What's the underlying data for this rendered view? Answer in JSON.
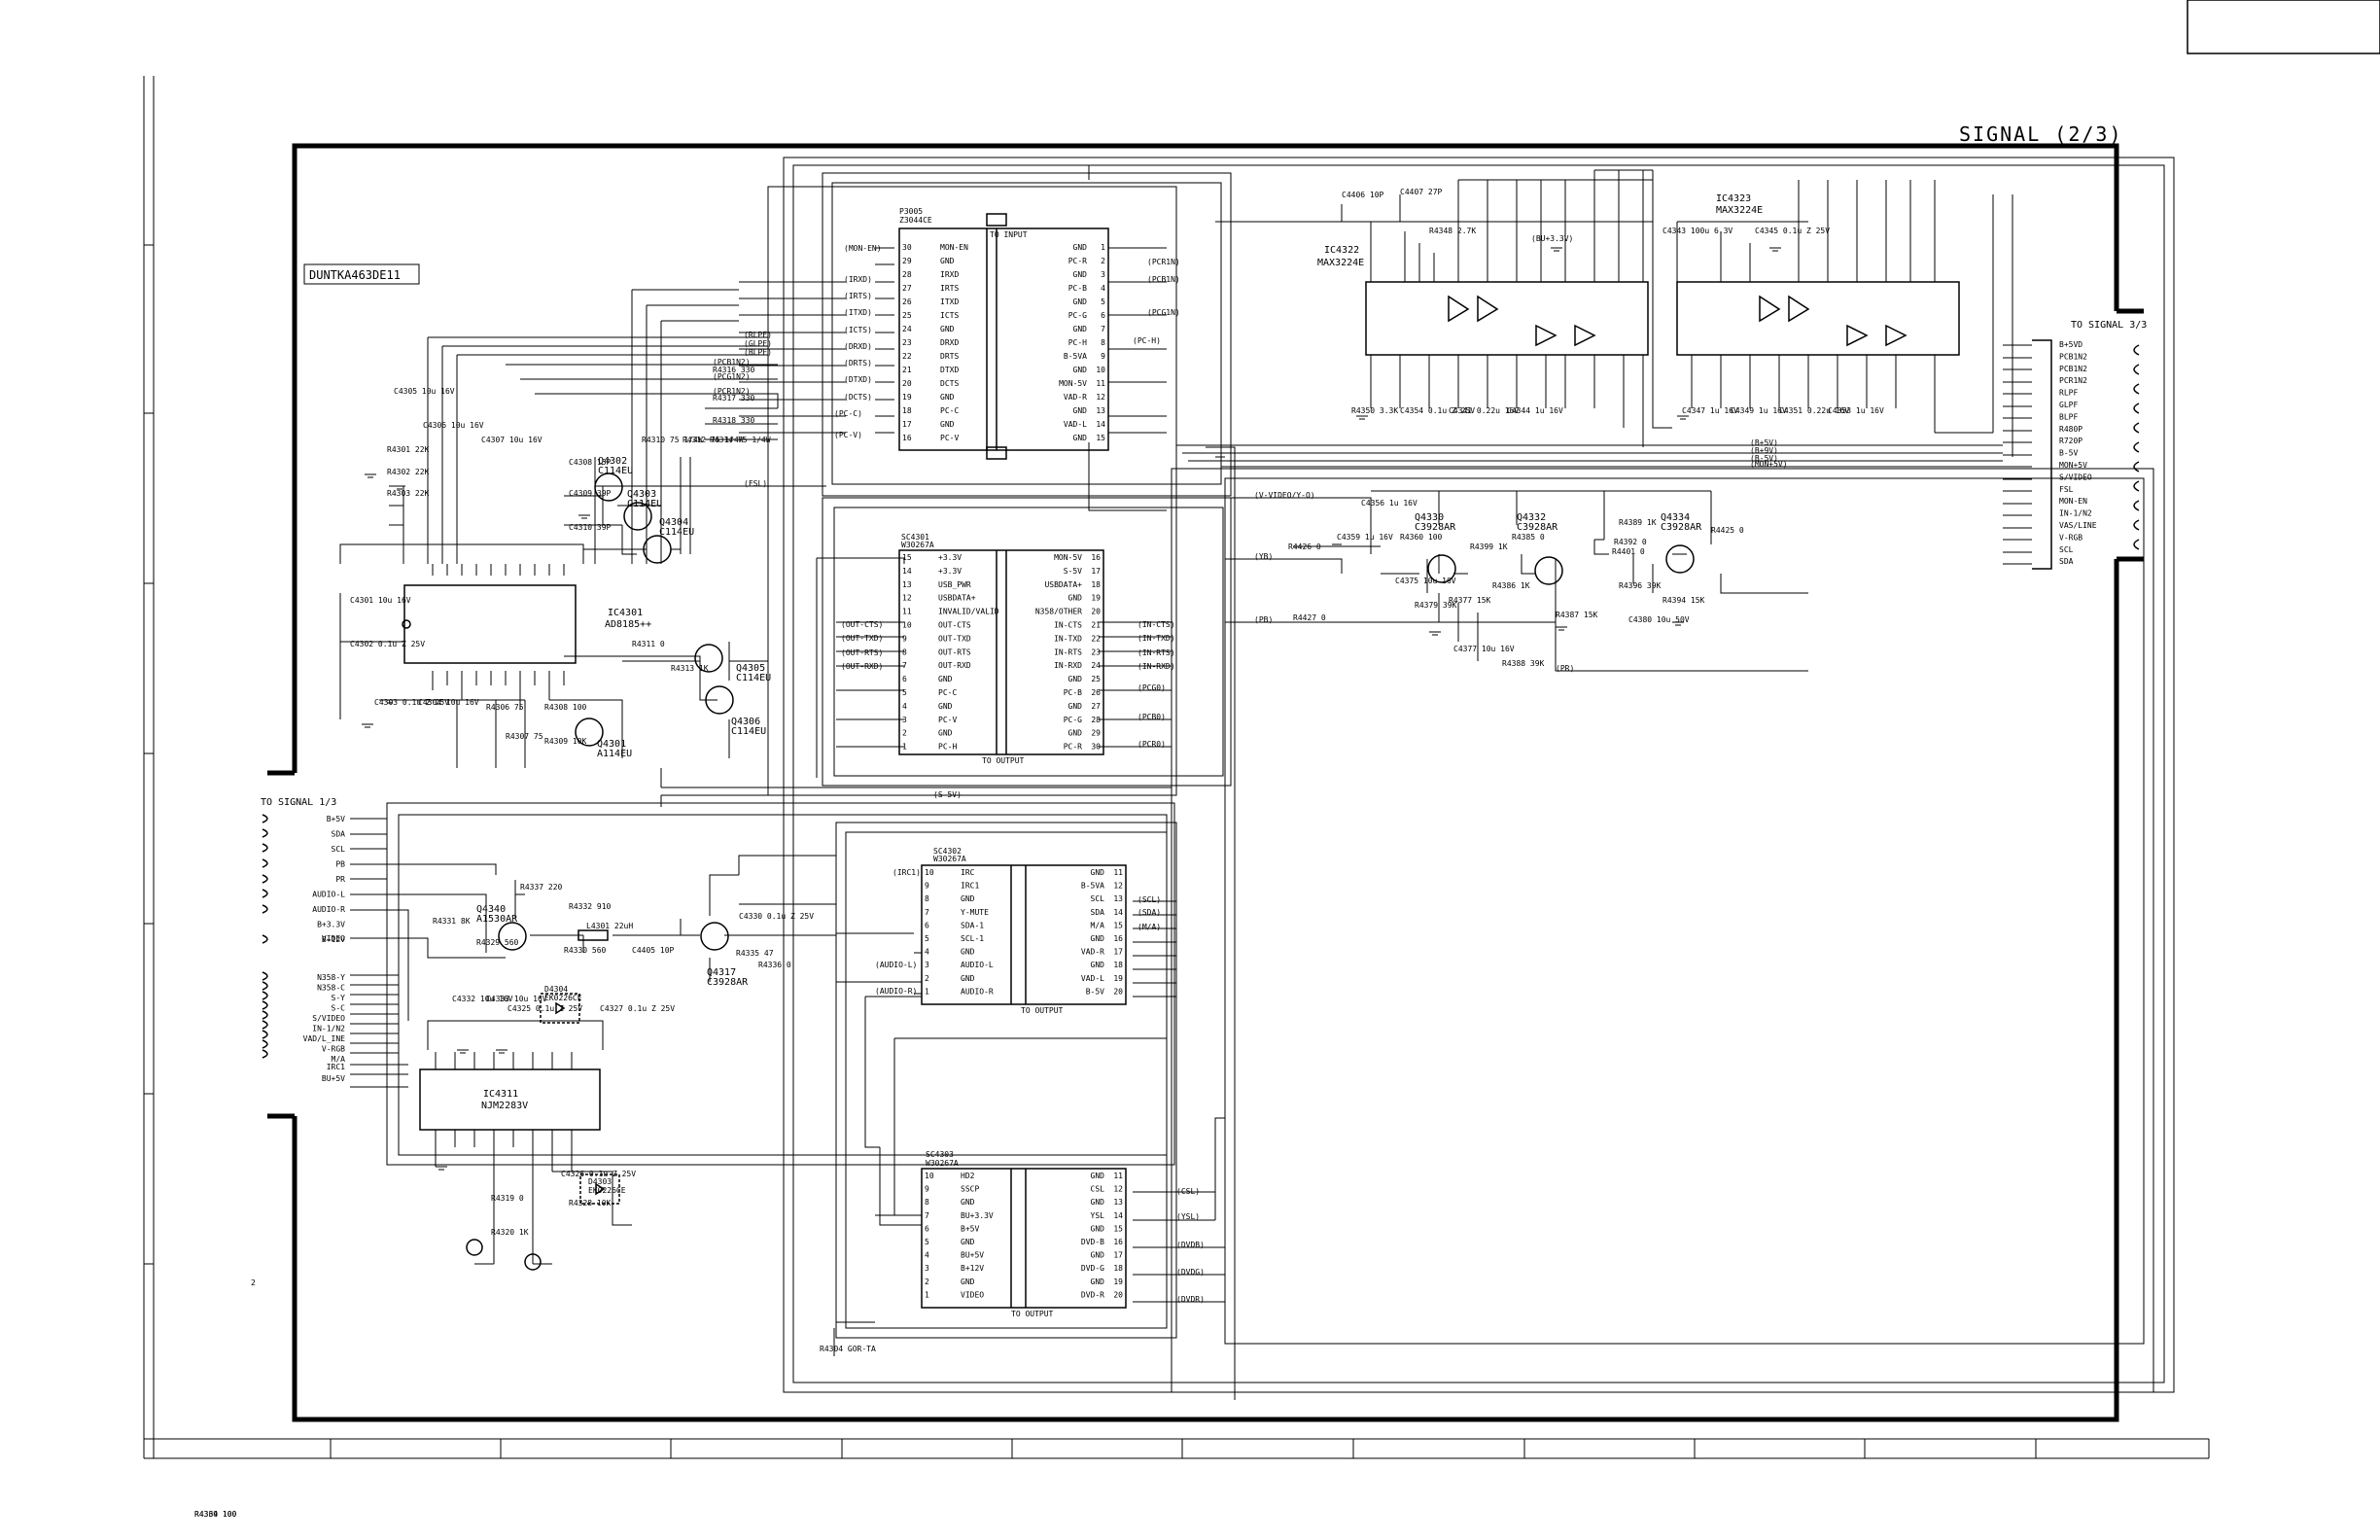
{
  "page": {
    "title": "SIGNAL (2/3)",
    "model_label": "DUNTKA463DE11",
    "page_mark": "2"
  },
  "ports": {
    "left_header": "TO SIGNAL 1/3",
    "right_header": "TO SIGNAL 3/3",
    "left_pins": [
      "B+5V",
      "SDA",
      "SCL",
      "PB",
      "PR",
      "AUDIO-L",
      "AUDIO-R",
      "B+3.3V",
      "B+12V",
      "VIDEO",
      "N358-Y",
      "N358-C",
      "S-Y",
      "S-C",
      "S/VIDEO",
      "IN-1/N2",
      "VAD/L_INE",
      "V-RGB",
      "M/A",
      "IRC1",
      "BU+5V"
    ],
    "right_pins": [
      "B+5VD",
      "PCB1N2",
      "PCB1N2",
      "PCR1N2",
      "RLPF",
      "GLPF",
      "BLPF",
      "R480P",
      "R720P",
      "B-5V",
      "MON+5V",
      "S/VIDEO",
      "FSL",
      "MON-EN",
      "IN-1/N2",
      "VAS/LINE",
      "V-RGB",
      "SCL",
      "SDA"
    ]
  },
  "components": {
    "ic4301": {
      "ref": "IC4301",
      "part": "AD8185++"
    },
    "ic4311": {
      "ref": "IC4311",
      "part": "NJM2283V"
    },
    "ic4322": {
      "ref": "IC4322",
      "part": "MAX3224E"
    },
    "ic4323": {
      "ref": "IC4323",
      "part": "MAX3224E"
    },
    "p3005": {
      "ref": "P3005",
      "part": "Z3044CE",
      "footer": "TO INPUT"
    },
    "sc4301": {
      "ref": "SC4301",
      "part": "W30267A",
      "footer": "TO OUTPUT"
    },
    "sc4302": {
      "ref": "SC4302",
      "part": "W30267A",
      "footer": "TO OUTPUT"
    },
    "sc4303": {
      "ref": "SC4303",
      "part": "W30267A",
      "footer": "TO OUTPUT"
    },
    "transistors": [
      {
        "ref": "Q4302",
        "part": "C114EU"
      },
      {
        "ref": "Q4303",
        "part": "C114EU"
      },
      {
        "ref": "Q4304",
        "part": "C114EU"
      },
      {
        "ref": "Q4305",
        "part": "C114EU"
      },
      {
        "ref": "Q4306",
        "part": "C114EU"
      },
      {
        "ref": "Q4301",
        "part": "A114EU"
      },
      {
        "ref": "Q4340",
        "part": "A1530AR"
      },
      {
        "ref": "Q4317",
        "part": "C3928AR"
      },
      {
        "ref": "Q4330",
        "part": "C3928AR"
      },
      {
        "ref": "Q4332",
        "part": "C3928AR"
      },
      {
        "ref": "Q4334",
        "part": "C3928AR"
      }
    ],
    "diodes": [
      {
        "ref": "D4304",
        "part": "EK0226CE"
      },
      {
        "ref": "D4303",
        "part": "EK0226CE"
      }
    ],
    "misc": [
      "L4301 22uH",
      "R4304 GOR-TA"
    ]
  },
  "connectors": {
    "p3005_pins": [
      {
        "n": "30",
        "l": "MON-EN",
        "r": "GND",
        "rn": "1"
      },
      {
        "n": "29",
        "l": "GND",
        "r": "PC-R",
        "rn": "2"
      },
      {
        "n": "28",
        "l": "IRXD",
        "r": "GND",
        "rn": "3"
      },
      {
        "n": "27",
        "l": "IRTS",
        "r": "PC-B",
        "rn": "4"
      },
      {
        "n": "26",
        "l": "ITXD",
        "r": "GND",
        "rn": "5"
      },
      {
        "n": "25",
        "l": "ICTS",
        "r": "PC-G",
        "rn": "6"
      },
      {
        "n": "24",
        "l": "GND",
        "r": "GND",
        "rn": "7"
      },
      {
        "n": "23",
        "l": "DRXD",
        "r": "PC-H",
        "rn": "8"
      },
      {
        "n": "22",
        "l": "DRTS",
        "r": "B-5VA",
        "rn": "9"
      },
      {
        "n": "21",
        "l": "DTXD",
        "r": "GND",
        "rn": "10"
      },
      {
        "n": "20",
        "l": "DCTS",
        "r": "MON-5V",
        "rn": "11"
      },
      {
        "n": "19",
        "l": "GND",
        "r": "VAD-R",
        "rn": "12"
      },
      {
        "n": "18",
        "l": "PC-C",
        "r": "GND",
        "rn": "13"
      },
      {
        "n": "17",
        "l": "GND",
        "r": "VAD-L",
        "rn": "14"
      },
      {
        "n": "16",
        "l": "PC-V",
        "r": "GND",
        "rn": "15"
      }
    ],
    "sc4301_pins": [
      {
        "n": "15",
        "l": "+3.3V",
        "r": "MON-5V",
        "rn": "16"
      },
      {
        "n": "14",
        "l": "+3.3V",
        "r": "S-5V",
        "rn": "17"
      },
      {
        "n": "13",
        "l": "USB_PWR",
        "r": "USBDATA+",
        "rn": "18"
      },
      {
        "n": "12",
        "l": "USBDATA+",
        "r": "GND",
        "rn": "19"
      },
      {
        "n": "11",
        "l": "INVALID/VALID",
        "r": "N358/OTHER",
        "rn": "20"
      },
      {
        "n": "10",
        "l": "OUT-CTS",
        "r": "IN-CTS",
        "rn": "21"
      },
      {
        "n": "9",
        "l": "OUT-TXD",
        "r": "IN-TXD",
        "rn": "22"
      },
      {
        "n": "8",
        "l": "OUT-RTS",
        "r": "IN-RTS",
        "rn": "23"
      },
      {
        "n": "7",
        "l": "OUT-RXD",
        "r": "IN-RXD",
        "rn": "24"
      },
      {
        "n": "6",
        "l": "GND",
        "r": "GND",
        "rn": "25"
      },
      {
        "n": "5",
        "l": "PC-C",
        "r": "PC-B",
        "rn": "26"
      },
      {
        "n": "4",
        "l": "GND",
        "r": "GND",
        "rn": "27"
      },
      {
        "n": "3",
        "l": "PC-V",
        "r": "PC-G",
        "rn": "28"
      },
      {
        "n": "2",
        "l": "GND",
        "r": "GND",
        "rn": "29"
      },
      {
        "n": "1",
        "l": "PC-H",
        "r": "PC-R",
        "rn": "30"
      }
    ],
    "sc4302_pins": [
      {
        "n": "10",
        "l": "IRC",
        "r": "GND",
        "rn": "11"
      },
      {
        "n": "9",
        "l": "IRC1",
        "r": "B-5VA",
        "rn": "12"
      },
      {
        "n": "8",
        "l": "GND",
        "r": "SCL",
        "rn": "13"
      },
      {
        "n": "7",
        "l": "Y-MUTE",
        "r": "SDA",
        "rn": "14"
      },
      {
        "n": "6",
        "l": "SDA-1",
        "r": "M/A",
        "rn": "15"
      },
      {
        "n": "5",
        "l": "SCL-1",
        "r": "GND",
        "rn": "16"
      },
      {
        "n": "4",
        "l": "GND",
        "r": "VAD-R",
        "rn": "17"
      },
      {
        "n": "3",
        "l": "AUDIO-L",
        "r": "GND",
        "rn": "18"
      },
      {
        "n": "2",
        "l": "GND",
        "r": "VAD-L",
        "rn": "19"
      },
      {
        "n": "1",
        "l": "AUDIO-R",
        "r": "B-5V",
        "rn": "20"
      }
    ],
    "sc4303_pins": [
      {
        "n": "10",
        "l": "HD2",
        "r": "GND",
        "rn": "11"
      },
      {
        "n": "9",
        "l": "SSCP",
        "r": "CSL",
        "rn": "12"
      },
      {
        "n": "8",
        "l": "GND",
        "r": "GND",
        "rn": "13"
      },
      {
        "n": "7",
        "l": "BU+3.3V",
        "r": "YSL",
        "rn": "14"
      },
      {
        "n": "6",
        "l": "B+5V",
        "r": "GND",
        "rn": "15"
      },
      {
        "n": "5",
        "l": "GND",
        "r": "DVD-B",
        "rn": "16"
      },
      {
        "n": "4",
        "l": "BU+5V",
        "r": "GND",
        "rn": "17"
      },
      {
        "n": "3",
        "l": "B+12V",
        "r": "DVD-G",
        "rn": "18"
      },
      {
        "n": "2",
        "l": "GND",
        "r": "GND",
        "rn": "19"
      },
      {
        "n": "1",
        "l": "VIDEO",
        "r": "DVD-R",
        "rn": "20"
      }
    ]
  },
  "passives": [
    "R4301 22K",
    "R4302 22K",
    "R4303 22K",
    "C4305 10u 16V",
    "C4306 10u 16V",
    "C4307 10u 16V",
    "R4316 330",
    "R4317 330",
    "R4318 330",
    "R4310 75 1/4W",
    "R4312 75 1/4W",
    "R4314 75 1/4W",
    "C4308 15P",
    "C4309 39P",
    "C4310 39P",
    "C4301 10u 16V",
    "C4302 0.1u Z 25V",
    "C4303 0.1u Z 25V",
    "C4304 10u 16V",
    "R4306 75",
    "R4307 75",
    "R4308 100",
    "R4309 10K",
    "R4311 0",
    "R4313 1K",
    "R4320 1K",
    "R4319 0",
    "R4328 10K",
    "C4332 10u 16V",
    "C4333 10u 16V",
    "C4325 0.1u Z 25V",
    "C4327 0.1u Z 25V",
    "C4326 0.1u Z 25V",
    "C4330 0.1u Z 25V",
    "R4335 47",
    "R4336 0",
    "R4337 220",
    "R4331 8K",
    "R4329 560",
    "R4330 560",
    "R4332 910",
    "C4405 10P",
    "C4406 10P",
    "C4407 27P",
    "R4348 2.7K",
    "C4343 100u 6.3V",
    "C4345 0.1u Z 25V",
    "R4350 3.3K",
    "C4354 0.1u Z 25V",
    "C4341 0.22u 16V",
    "C4344 1u 16V",
    "C4347 1u 16V",
    "C4349 1u 16V",
    "C4351 0.22u 16V",
    "C4353 1u 16V",
    "C4356 1u 16V",
    "C4359 1u 16V",
    "R4360 100",
    "C4375 10u 16V",
    "R4379 39K",
    "R4377 15K",
    "C4377 10u 16V",
    "R4385 0",
    "R4386 1K",
    "R4388 39K",
    "R4387 15K",
    "R4389 1K",
    "R4392 0",
    "R4396 39K",
    "C4380 10u 50V",
    "R4394 15K",
    "R4399 1K",
    "R4401 0",
    "R4425 0",
    "R4426 0",
    "R4427 0",
    "R4339 100",
    "R4364 100"
  ],
  "nets": [
    "(MON-EN)",
    "(IRXD)",
    "(IRTS)",
    "(ITXD)",
    "(ICTS)",
    "(DRXD)",
    "(DRTS)",
    "(DTXD)",
    "(DCTS)",
    "(PC-C)",
    "(PC-V)",
    "(PCR1N)",
    "(PCB1N)",
    "(PCG1N)",
    "(RLPF)",
    "(GLPF)",
    "(BLPF)",
    "(FSL)",
    "(PCB1N2)",
    "(PCG1N2)",
    "(PCR1N2)",
    "(PC-H)",
    "(BU+3.3V)",
    "(B+5V)",
    "(B+9V)",
    "(B-5V)",
    "(MON+5V)",
    "(CSL)",
    "(YSL)",
    "(DVDB)",
    "(DVDG)",
    "(DVDR)",
    "(AUDIO-L)",
    "(AUDIO-R)",
    "(IRC1)",
    "(SCL)",
    "(SDA)",
    "(M/A)",
    "(IN-CTS)",
    "(IN-TXD)",
    "(IN-RTS)",
    "(IN-RXD)",
    "(OUT-CTS)",
    "(OUT-TXD)",
    "(OUT-RTS)",
    "(OUT-RXD)",
    "(S-5V)",
    "(PCG0)",
    "(PCB0)",
    "(PCR0)",
    "(YB)",
    "(PB)",
    "(PR)",
    "(V-VIDEO/Y-O)"
  ]
}
